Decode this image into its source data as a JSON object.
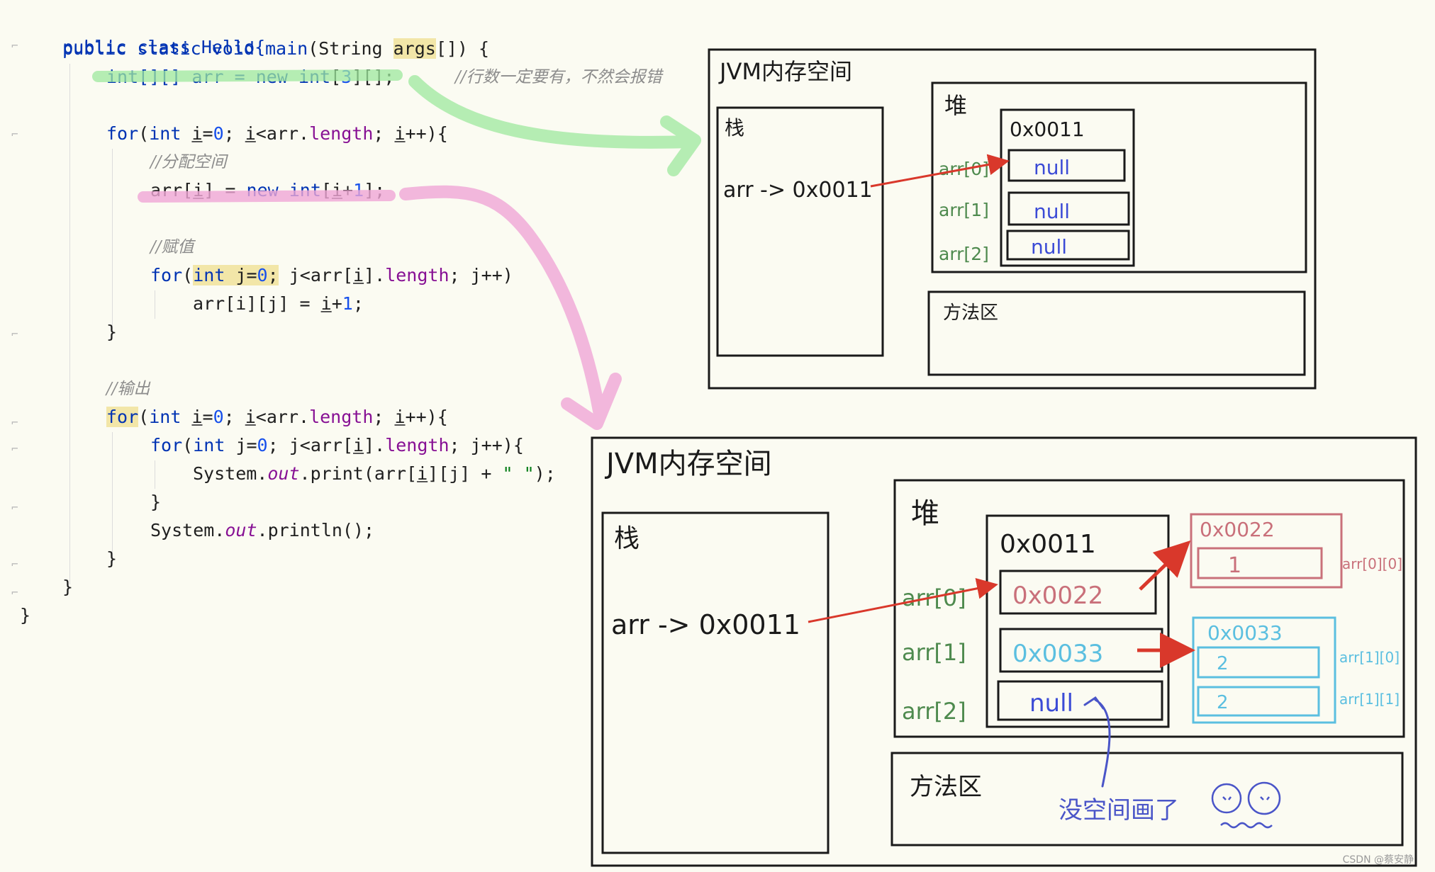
{
  "code": {
    "lines": {
      "l1": "public class Hello{",
      "l2a": "public static void main",
      "l2b": "(String ",
      "l2c": "args",
      "l2d": "[]) {",
      "l3a": "int[][] arr = ",
      "l3b": "new ",
      "l3c": "int",
      "l3d": "[",
      "l3e": "3",
      "l3f": "][];",
      "l3comment": "//行数一定要有，不然会报错",
      "l4a": "for",
      "l4b": "(",
      "l4c": "int ",
      "l4d": "i",
      "l4e": "=",
      "l4f": "0",
      "l4g": "; ",
      "l4h": "i",
      "l4i": "<arr.",
      "l4j": "length",
      "l4k": "; ",
      "l4l": "i",
      "l4m": "++){",
      "l5comment": "//分配空间",
      "l6a": "arr[",
      "l6b": "i",
      "l6c": "] = ",
      "l6d": "new ",
      "l6e": "int",
      "l6f": "[",
      "l6g": "i",
      "l6h": "+",
      "l6i": "1",
      "l6j": "];",
      "l7comment": "//赋值",
      "l8a": "for",
      "l8b": "(",
      "l8c": "int ",
      "l8d": "j=",
      "l8e": "0",
      "l8f": ";",
      "l8g": " j<arr[",
      "l8h": "i",
      "l8i": "].",
      "l8j": "length",
      "l8k": "; j++)",
      "l9a": "arr[i][j] = ",
      "l9b": "i",
      "l9c": "+",
      "l9d": "1",
      "l9e": ";",
      "l10": "}",
      "l11comment": "//输出",
      "l12a": "for",
      "l12b": "(",
      "l12c": "int ",
      "l12d": "i",
      "l12e": "=",
      "l12f": "0",
      "l12g": "; ",
      "l12h": "i",
      "l12i": "<arr.",
      "l12j": "length",
      "l12k": "; ",
      "l12l": "i",
      "l12m": "++){",
      "l13a": "for",
      "l13b": "(",
      "l13c": "int ",
      "l13d": "j=",
      "l13e": "0",
      "l13f": "; j<arr[",
      "l13g": "i",
      "l13h": "].",
      "l13i": "length",
      "l13j": "; j++){",
      "l14a": "System.",
      "l14b": "out",
      "l14c": ".print(arr[",
      "l14d": "i",
      "l14e": "][j] + ",
      "l14f": "\" \"",
      "l14g": ");",
      "l15": "}",
      "l16a": "System.",
      "l16b": "out",
      "l16c": ".println();",
      "l17": "}",
      "l18": "}",
      "l19": "}"
    }
  },
  "diagram_top": {
    "title": "JVM内存空间",
    "stack_label": "栈",
    "stack_ref": "arr -> 0x0011",
    "heap_label": "堆",
    "heap_addr": "0x0011",
    "cells": [
      "null",
      "null",
      "null"
    ],
    "row_labels": [
      "arr[0]",
      "arr[1]",
      "arr[2]"
    ],
    "method_area_label": "方法区"
  },
  "diagram_bottom": {
    "title": "JVM内存空间",
    "stack_label": "栈",
    "stack_ref": "arr -> 0x0011",
    "heap_label": "堆",
    "heap_addr": "0x0011",
    "cells": [
      "0x0022",
      "0x0033",
      "null"
    ],
    "row_labels": [
      "arr[0]",
      "arr[1]",
      "arr[2]"
    ],
    "sub0_addr": "0x0022",
    "sub0_cells": [
      "1"
    ],
    "sub0_labels": [
      "arr[0][0]"
    ],
    "sub1_addr": "0x0033",
    "sub1_cells": [
      "2",
      "2"
    ],
    "sub1_labels": [
      "arr[1][0]",
      "arr[1][1]"
    ],
    "method_area_label": "方法区",
    "note": "没空间画了"
  },
  "colors": {
    "green_stroke": "#9ee89e",
    "pink_stroke": "#f0a6d6",
    "red_arrow": "#d9382b",
    "blue_ink": "#3b4bd6",
    "green_ink": "#4e8a4e",
    "pink_box": "#c9707a",
    "cyan_box": "#5bbfe0",
    "note_ink": "#4a55c8"
  },
  "watermark": "CSDN @蔡安静"
}
